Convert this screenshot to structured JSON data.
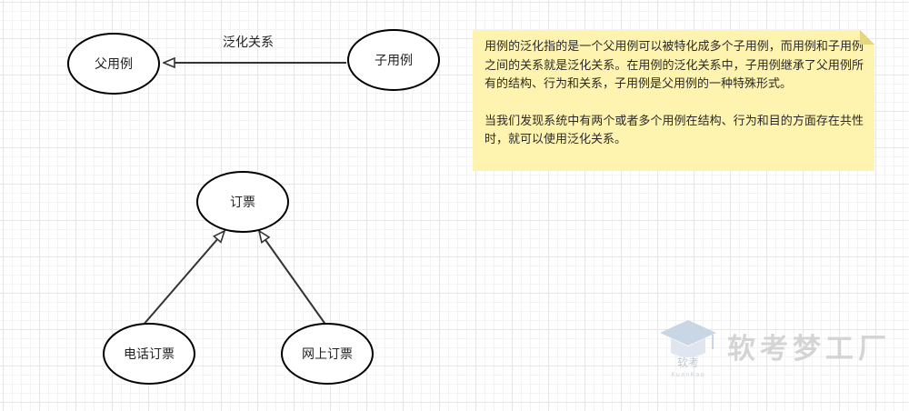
{
  "diagram": {
    "nodes": {
      "parent": "父用例",
      "child": "子用例",
      "booking": "订票",
      "phone": "电话订票",
      "online": "网上订票"
    },
    "edges": {
      "generalization_label": "泛化关系"
    }
  },
  "note": {
    "paragraph1": "用例的泛化指的是一个父用例可以被特化成多个子用例，而用例和子用例之间的关系就是泛化关系。在用例的泛化关系中，子用例继承了父用例所有的结构、行为和关系，子用例是父用例的一种特殊形式。",
    "paragraph2": "当我们发现系统中有两个或者多个用例在结构、行为和目的方面存在共性时，就可以使用泛化关系。",
    "background_color": "#fff3b0"
  },
  "watermark": {
    "brand": "软考梦工厂",
    "logo_caption": "软考",
    "logo_subcaption": "KuanKao",
    "logo_icon": "graduation-cap-icon",
    "color": "#d4d4d4"
  },
  "colors": {
    "stroke": "#333333",
    "note": "#fff3b0"
  }
}
